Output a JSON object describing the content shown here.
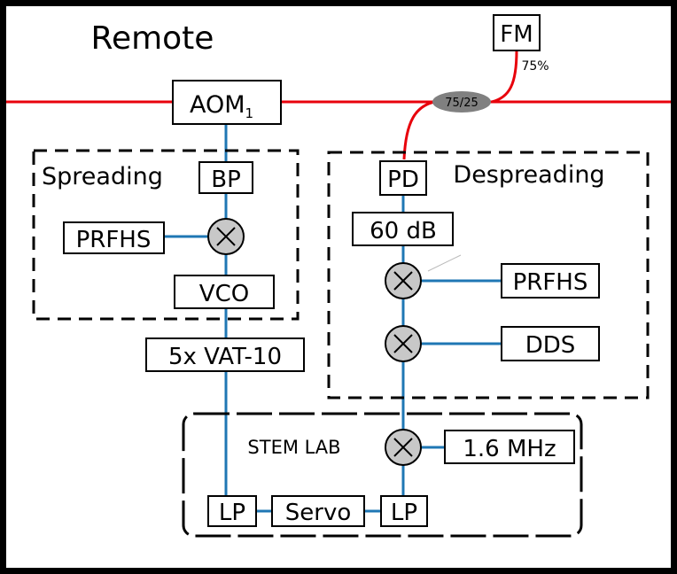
{
  "title": "Remote",
  "aom": {
    "label": "AOM",
    "sub": "1"
  },
  "fm": {
    "label": "FM",
    "percent": "75%"
  },
  "coupler": {
    "label": "75/25"
  },
  "spreading": {
    "label": "Spreading",
    "bp": "BP",
    "prfhs": "PRFHS",
    "vco": "VCO",
    "vat": "5x VAT-10"
  },
  "despreading": {
    "label": "Despreading",
    "pd": "PD",
    "attenuator": "60 dB",
    "prfhs": "PRFHS",
    "dds": "DDS"
  },
  "stemlab": {
    "label": "STEM LAB",
    "osc": "1.6 MHz",
    "lp_left": "LP",
    "servo": "Servo",
    "lp_right": "LP"
  },
  "colors": {
    "fiber": "#e8000b",
    "electrical": "#1f77b4",
    "coupler": "#808080",
    "frame": "#000000"
  }
}
